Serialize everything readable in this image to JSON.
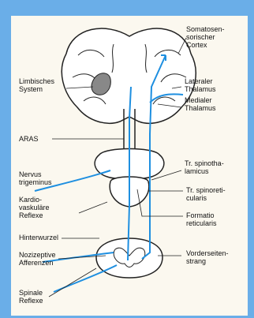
{
  "labels": {
    "somatosensorischer_cortex": "Somatosen-\nsorischer\nCortex",
    "limbisches_system": "Limbisches\nSystem",
    "lateraler_thalamus": "Lateraler\nThalamus",
    "medialer_thalamus": "Medialer\nThalamus",
    "aras": "ARAS",
    "nervus_trigeminus": "Nervus\ntrigeminus",
    "tr_spinothalamicus": "Tr. spinotha-\nlamicus",
    "kardiovaskulaere_reflexe": "Kardio-\nvaskuläre\nReflexe",
    "tr_spinoreticularis": "Tr. spinoreti-\ncularis",
    "hinterwurzel": "Hinterwurzel",
    "formatio_reticularis": "Formatio\nreticularis",
    "nozizeptive_afferenzen": "Nozizeptive\nAfferenzen",
    "vorderseitenstrang": "Vorderseiten-\nstrang",
    "spinale_reflexe": "Spinale\nReflexe"
  },
  "colors": {
    "background": "#6aaee8",
    "panel": "#fbf8ef",
    "pathway": "#1e8fe0",
    "limbic_fill": "#888888",
    "outline": "#222222"
  }
}
